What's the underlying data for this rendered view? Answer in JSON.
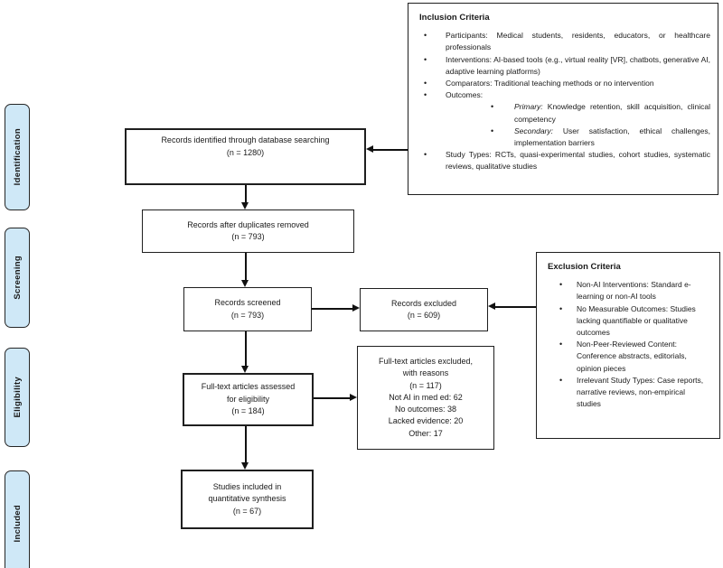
{
  "colors": {
    "sidebar_fill": "#cfe8f7",
    "border": "#1f1f1f"
  },
  "sidebar": {
    "stages": [
      "Identification",
      "Screening",
      "Eligibility",
      "Included"
    ]
  },
  "flow": {
    "records_identified": "Records identified through database searching\n(n = 1280)",
    "duplicates_removed": "Records after duplicates removed\n(n = 793)",
    "records_screened": "Records screened\n(n = 793)",
    "records_excluded": "Records excluded\n(n = 609)",
    "fulltext_assessed": "Full-text articles assessed\nfor eligibility\n(n = 184)",
    "fulltext_excluded": "Full-text articles excluded,\nwith reasons\n(n = 117)\nNot AI in med ed: 62\nNo outcomes: 38\nLacked evidence: 20\nOther: 17",
    "studies_included": "Studies included in\nquantitative synthesis\n(n = 67)"
  },
  "inclusion_criteria": {
    "title": "Inclusion Criteria",
    "bullets": [
      "Participants: Medical students, residents, educators, or healthcare professionals",
      "Interventions: AI-based tools (e.g., virtual reality [VR], chatbots, generative AI, adaptive learning platforms)",
      "Comparators: Traditional teaching methods or no intervention",
      "Outcomes:",
      "Study Types: RCTs, quasi-experimental studies, cohort studies, systematic reviews, qualitative studies"
    ],
    "outcomes_sub": [
      {
        "lead": "Primary:",
        "text": "Knowledge retention, skill acquisition, clinical competency"
      },
      {
        "lead": "Secondary:",
        "text": "User satisfaction, ethical challenges, implementation barriers"
      }
    ],
    "bullet_glyph": "•"
  },
  "exclusion_criteria": {
    "title": "Exclusion Criteria",
    "bullets": [
      "Non-AI Interventions: Standard e-learning or non-AI tools",
      "No Measurable Outcomes: Studies lacking quantifiable or qualitative outcomes",
      "Non-Peer-Reviewed Content: Conference abstracts, editorials, opinion pieces",
      "Irrelevant Study Types: Case reports, narrative reviews, non-empirical studies"
    ],
    "bullet_glyph": "•"
  }
}
